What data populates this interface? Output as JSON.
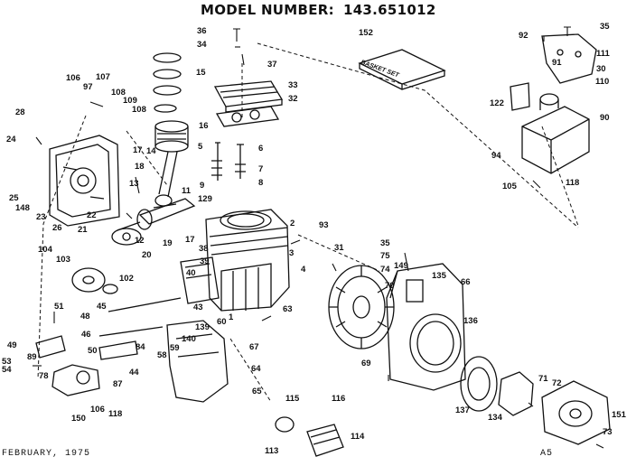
{
  "header": {
    "title": "MODEL NUMBER:",
    "model_number": "143.651012"
  },
  "footer": {
    "date": "FEBRUARY, 1975",
    "code": "A5"
  },
  "box_label": "BASKET SET",
  "callouts": [
    "36",
    "34",
    "37",
    "35",
    "92",
    "111",
    "152",
    "106",
    "107",
    "97",
    "108",
    "109",
    "108",
    "15",
    "30",
    "33",
    "32",
    "91",
    "110",
    "28",
    "122",
    "90",
    "16",
    "24",
    "17",
    "14",
    "6",
    "7",
    "8",
    "5",
    "9",
    "18",
    "13",
    "11",
    "129",
    "94",
    "105",
    "118",
    "25",
    "148",
    "23",
    "26",
    "22",
    "21",
    "12",
    "2",
    "93",
    "104",
    "103",
    "102",
    "20",
    "19",
    "17",
    "38",
    "39",
    "40",
    "31",
    "35",
    "75",
    "74",
    "149",
    "135",
    "66",
    "136",
    "70",
    "3",
    "4",
    "1",
    "43",
    "60",
    "63",
    "51",
    "48",
    "45",
    "46",
    "59",
    "139",
    "140",
    "58",
    "67",
    "64",
    "49",
    "50",
    "84",
    "89",
    "54",
    "53",
    "44",
    "87",
    "78",
    "106",
    "118",
    "65",
    "150",
    "69",
    "137",
    "134",
    "71",
    "72",
    "151",
    "73",
    "115",
    "116",
    "114",
    "113"
  ]
}
